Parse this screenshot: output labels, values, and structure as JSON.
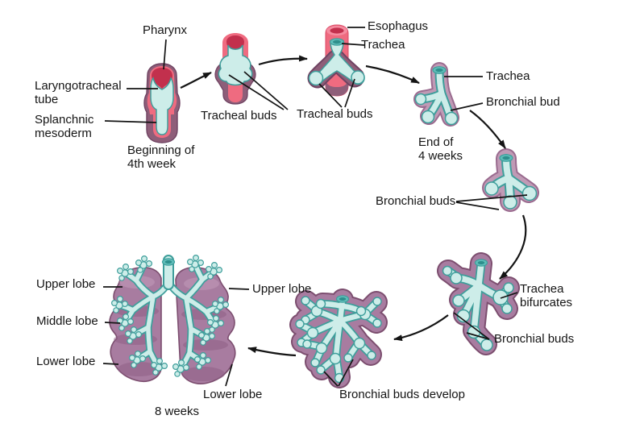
{
  "diagram": {
    "subject": "Embryonic development of the lungs flow diagram",
    "labels": {
      "pharynx": "Pharynx",
      "laryngotracheal_tube": "Laryngotracheal\ntube",
      "splanchnic_mesoderm": "Splanchnic\nmesoderm",
      "beginning_4th_week": "Beginning of\n4th week",
      "tracheal_buds_stage2": "Tracheal buds",
      "esophagus": "Esophagus",
      "trachea_stage3": "Trachea",
      "tracheal_buds_stage3": "Tracheal buds",
      "trachea_stage4": "Trachea",
      "bronchial_bud": "Bronchial bud",
      "end_of_4_weeks": "End of\n4 weeks",
      "bronchial_buds_stage5": "Bronchial buds",
      "trachea_bifurcates": "Trachea\nbifurcates",
      "bronchial_buds_stage6": "Bronchial buds",
      "bronchial_buds_develop": "Bronchial buds develop",
      "upper_lobe_left": "Upper lobe",
      "middle_lobe": "Middle lobe",
      "lower_lobe_left": "Lower lobe",
      "upper_lobe_right": "Upper lobe",
      "lower_lobe_right": "Lower lobe",
      "eight_weeks": "8 weeks"
    },
    "colors": {
      "background": "#ffffff",
      "esophagus_pink": "#EF6B80",
      "pharynx_red": "#C2304D",
      "tube_teal_light": "#CDEDE9",
      "tube_teal_outline": "#3E9E9B",
      "tube_opening_dark": "#2E8F8C",
      "mesoderm_purple": "#8E5E79",
      "rim_light_purple": "#C09AB5",
      "lung_mauve": "#A87CA0",
      "lung_outline": "#7C4E6F",
      "line_black": "#141414"
    }
  }
}
